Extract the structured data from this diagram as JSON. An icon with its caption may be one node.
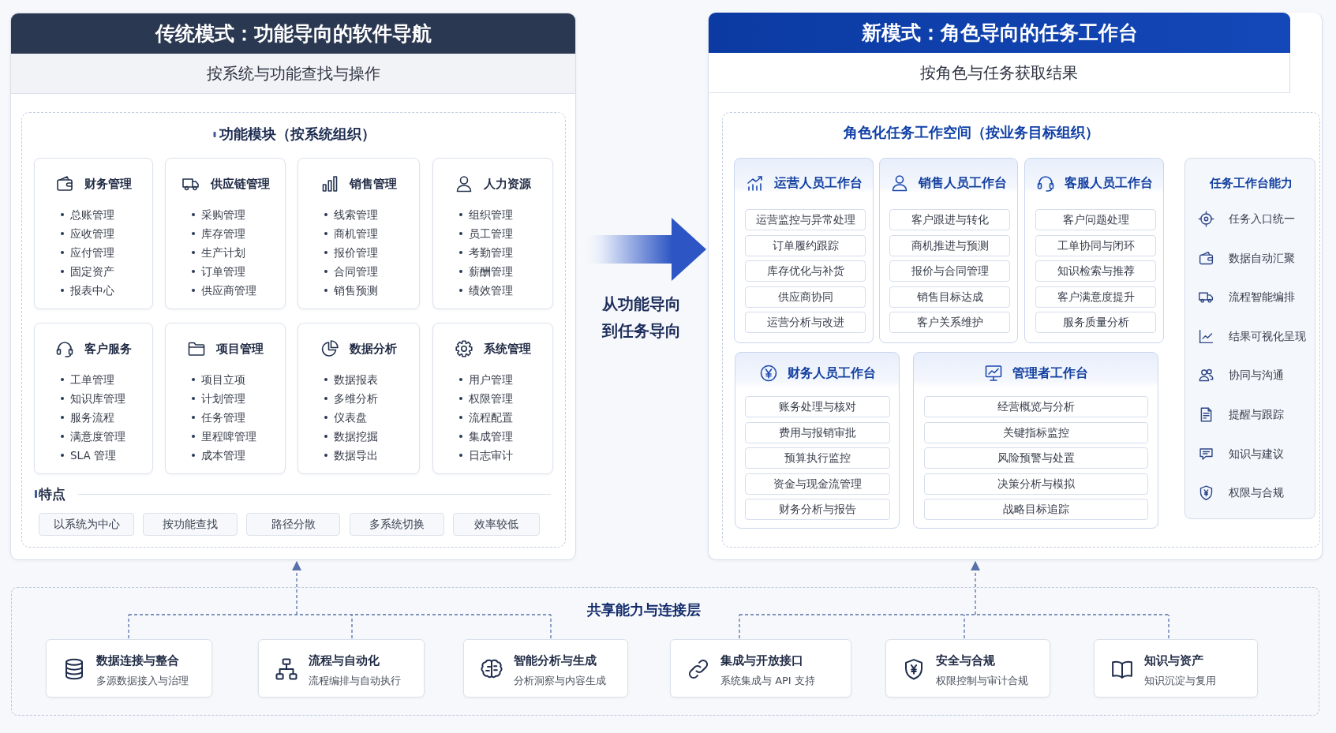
{
  "diagram": {
    "nodes": [
      {
        "text": [
          "传统模式：功能导向的软件导航",
          "按系统与功能查找与操作"
        ]
      },
      {
        "text": [
          "功能模块（按系统组织）"
        ],
        "in": 0
      },
      {
        "text": [
          "财务管理",
          "总账管理",
          "应收管理",
          "应付管理",
          "固定资产",
          "报表中心"
        ],
        "in": 1
      },
      {
        "text": [
          "供应链管理",
          "采购管理",
          "库存管理",
          "生产计划",
          "订单管理",
          "供应商管理"
        ],
        "in": 1
      },
      {
        "text": [
          "销售管理",
          "线索管理",
          "商机管理",
          "报价管理",
          "合同管理",
          "销售预测"
        ],
        "in": 1
      },
      {
        "text": [
          "人力资源",
          "组织管理",
          "员工管理",
          "考勤管理",
          "薪酬管理",
          "绩效管理"
        ],
        "in": 1
      },
      {
        "text": [
          "客户服务",
          "工单管理",
          "知识库管理",
          "服务流程",
          "满意度管理",
          "SLA 管理"
        ],
        "in": 1
      },
      {
        "text": [
          "项目管理",
          "项目立项",
          "计划管理",
          "任务管理",
          "里程啤管理",
          "成本管理"
        ],
        "in": 1
      },
      {
        "text": [
          "数据分析",
          "数据报表",
          "多维分析",
          "仪表盘",
          "数据挖掘",
          "数据导出"
        ],
        "in": 1
      },
      {
        "text": [
          "系统管理",
          "用户管理",
          "权限管理",
          "流程配置",
          "集成管理",
          "日志审计"
        ],
        "in": 1
      },
      {
        "text": [
          "以系统为中心"
        ],
        "in": 1
      },
      {
        "text": [
          "按功能查找"
        ],
        "in": 1
      },
      {
        "text": [
          "路径分散"
        ],
        "in": 1
      },
      {
        "text": [
          "多系统切换"
        ],
        "in": 1
      },
      {
        "text": [
          "效率较低"
        ],
        "in": 1
      },
      {
        "text": [
          "新模式：角色导向的任务工作台",
          "按角色与任务获取结果"
        ]
      },
      {
        "text": [
          "角色化任务工作空间（按业务目标组织）"
        ],
        "in": 15
      },
      {
        "text": [
          "运营人员工作台"
        ],
        "in": 16
      },
      {
        "text": [
          "运营监控与异常处理"
        ],
        "in": 17
      },
      {
        "text": [
          "订单履约跟踪"
        ],
        "in": 17
      },
      {
        "text": [
          "库存优化与补货"
        ],
        "in": 17
      },
      {
        "text": [
          "供应商协同"
        ],
        "in": 17
      },
      {
        "text": [
          "运营分析与改进"
        ],
        "in": 17
      },
      {
        "text": [
          "销售人员工作台"
        ],
        "in": 16
      },
      {
        "text": [
          "客户跟进与转化"
        ],
        "in": 23
      },
      {
        "text": [
          "商机推进与预测"
        ],
        "in": 23
      },
      {
        "text": [
          "报价与合同管理"
        ],
        "in": 23
      },
      {
        "text": [
          "销售目标达成"
        ],
        "in": 23
      },
      {
        "text": [
          "客户关系维护"
        ],
        "in": 23
      },
      {
        "text": [
          "客服人员工作台"
        ],
        "in": 16
      },
      {
        "text": [
          "客户问题处理"
        ],
        "in": 29
      },
      {
        "text": [
          "工单协同与闭环"
        ],
        "in": 29
      },
      {
        "text": [
          "知识检索与推荐"
        ],
        "in": 29
      },
      {
        "text": [
          "客户满意度提升"
        ],
        "in": 29
      },
      {
        "text": [
          "服务质量分析"
        ],
        "in": 29
      },
      {
        "text": [
          "任务工作台能力",
          "任务入口统一",
          "数据自动汇聚",
          "流程智能编排",
          "结果可视化呈现",
          "协同与沟通",
          "提醒与跟踪",
          "知识与建议",
          "权限与合规"
        ],
        "in": 16
      },
      {
        "text": [
          "财务人员工作台"
        ],
        "in": 16
      },
      {
        "text": [
          "账务处理与核对"
        ],
        "in": 36
      },
      {
        "text": [
          "费用与报销审批"
        ],
        "in": 36
      },
      {
        "text": [
          "预算执行监控"
        ],
        "in": 36
      },
      {
        "text": [
          "资金与现金流管理"
        ],
        "in": 36
      },
      {
        "text": [
          "财务分析与报告"
        ],
        "in": 36
      },
      {
        "text": [
          "管理者工作台"
        ],
        "in": 16
      },
      {
        "text": [
          "经营概览与分析"
        ],
        "in": 42
      },
      {
        "text": [
          "关键指标监控"
        ],
        "in": 42
      },
      {
        "text": [
          "风险预警与处置"
        ],
        "in": 42
      },
      {
        "text": [
          "决策分析与模拟"
        ],
        "in": 42
      },
      {
        "text": [
          "战略目标追踪"
        ],
        "in": 42
      },
      {
        "text": [
          "共享能力与连接层"
        ]
      },
      {
        "text": [
          "数据连接与整合",
          "多源数据接入与治理"
        ],
        "in": 48
      },
      {
        "text": [
          "流程与自动化",
          "流程编排与自动执行"
        ],
        "in": 48
      },
      {
        "text": [
          "智能分析与生成",
          "分析洞察与内容生成"
        ],
        "in": 48
      },
      {
        "text": [
          "集成与开放接口",
          "系统集成与 API 支持"
        ],
        "in": 48
      },
      {
        "text": [
          "安全与合规",
          "权限控制与审计合规"
        ],
        "in": 48
      },
      {
        "text": [
          "知识与资产",
          "知识沉淀与复用"
        ],
        "in": 48
      }
    ],
    "edges": [
      {
        "from": 0,
        "to": 15,
        "arrow": "to",
        "label": "从功能导向到任务导向",
        "style": "thick",
        "color": "#2d55c3"
      },
      {
        "from": 49,
        "to": 0,
        "arrow": "to",
        "style": "dashed"
      },
      {
        "from": 50,
        "to": 0,
        "arrow": "to",
        "style": "dashed"
      },
      {
        "from": 51,
        "to": 0,
        "arrow": "to",
        "style": "dashed"
      },
      {
        "from": 52,
        "to": 15,
        "arrow": "to",
        "style": "dashed"
      },
      {
        "from": 53,
        "to": 15,
        "arrow": "to",
        "style": "dashed"
      },
      {
        "from": 54,
        "to": 15,
        "arrow": "to",
        "style": "dashed"
      }
    ],
    "labels": [
      "特点"
    ]
  }
}
